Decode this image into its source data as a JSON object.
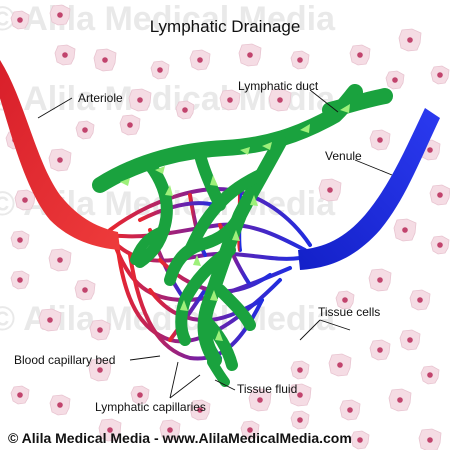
{
  "title": "Lymphatic Drainage",
  "watermark": "© Alila Medical Media",
  "labels": {
    "arteriole": "Arteriole",
    "lymphatic_duct": "Lymphatic duct",
    "venule": "Venule",
    "tissue_cells": "Tissue cells",
    "blood_capillary_bed": "Blood capillary bed",
    "tissue_fluid": "Tissue fluid",
    "lymphatic_capillaries": "Lymphatic capillaries"
  },
  "footer": "© Alila Medical Media - www.AlilaMedicalMedia.com",
  "colors": {
    "arteriole": "#e8262f",
    "venule": "#1f2de0",
    "capillary_mid": "#7a1fa0",
    "lymph": "#1aa23e",
    "lymph_arrow": "#9ef07a",
    "cell_fill": "#f5dce4",
    "cell_nucleus": "#c1446d"
  }
}
